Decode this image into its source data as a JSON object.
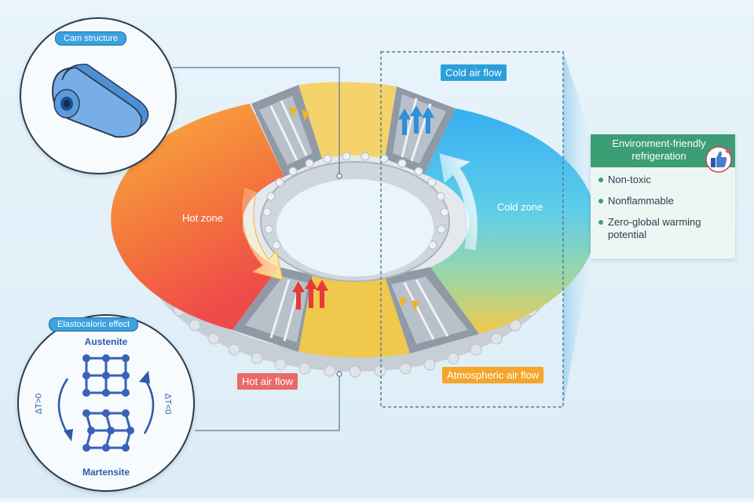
{
  "diagram": {
    "zones": {
      "hot": "Hot zone",
      "cold": "Cold zone"
    },
    "flows": {
      "cold_air": "Cold air flow",
      "hot_air": "Hot air flow",
      "atmospheric_air": "Atmospheric air flow"
    },
    "cam_panel": {
      "title": "Cam structure"
    },
    "elastocaloric_panel": {
      "title": "Elastocaloric effect",
      "top_phase": "Austenite",
      "bottom_phase": "Martensite",
      "left_arrow_label": "ΔT>0",
      "right_arrow_label": "ΔT<0"
    },
    "eco_card": {
      "title": "Environment-friendly refrigeration",
      "items": [
        "Non-toxic",
        "Nonflammable",
        "Zero-global warming potential"
      ]
    }
  },
  "colors": {
    "hot": "#f05a3c",
    "warm": "#f7b43a",
    "cold": "#3fb6ef",
    "eco_green": "#3b9e75",
    "tag_blue": "#2b9fdc",
    "tag_red": "#e86a6a",
    "tag_orange": "#f5a62a"
  }
}
